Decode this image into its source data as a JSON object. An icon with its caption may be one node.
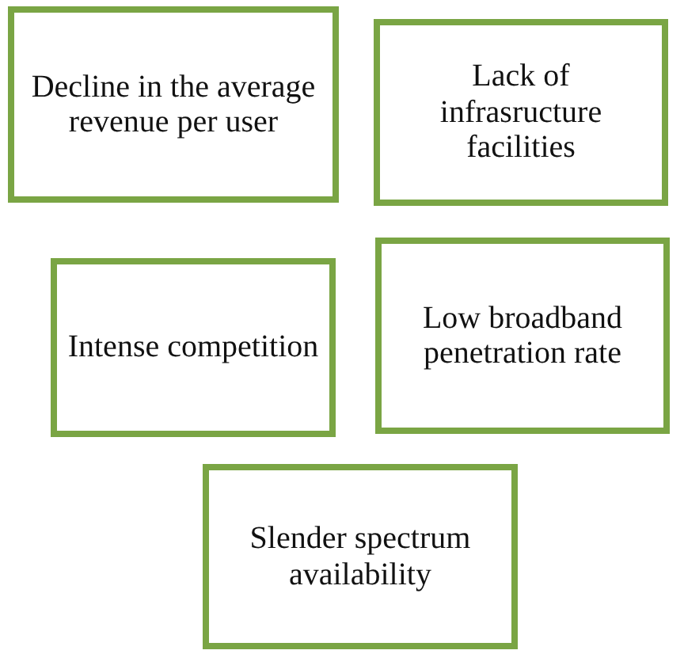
{
  "diagram": {
    "nodes": [
      {
        "text": [
          "Decline in the average revenue per user"
        ]
      },
      {
        "text": [
          "Lack of infrasructure facilities"
        ]
      },
      {
        "text": [
          "Intense competition"
        ]
      },
      {
        "text": [
          "Low broadband penetration rate"
        ]
      },
      {
        "text": [
          "Slender spectrum availability"
        ]
      }
    ]
  }
}
